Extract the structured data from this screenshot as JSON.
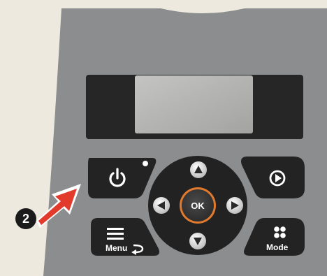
{
  "panel": {
    "display": {
      "name": "lcd-display"
    },
    "buttons": {
      "power": {
        "icon": "power-icon"
      },
      "play": {
        "icon": "play-circle-icon"
      },
      "menu": {
        "label": "Menu",
        "icon": "hamburger-menu-icon",
        "return_icon": "return-arrow-icon"
      },
      "mode": {
        "label": "Mode",
        "icon": "four-dots-icon"
      },
      "ok": {
        "label": "OK"
      },
      "up": {
        "icon": "triangle-up-icon"
      },
      "down": {
        "icon": "triangle-down-icon"
      },
      "left": {
        "icon": "triangle-left-icon"
      },
      "right": {
        "icon": "triangle-right-icon"
      }
    },
    "indicator": {
      "icon": "status-led-icon"
    }
  },
  "callout": {
    "number": "2",
    "arrow_icon": "red-arrow-icon"
  },
  "colors": {
    "background": "#ede9de",
    "panel": "#8c8d8f",
    "button": "#222222",
    "ok_ring": "#e07a2e",
    "arrow": "#e23b2b"
  }
}
